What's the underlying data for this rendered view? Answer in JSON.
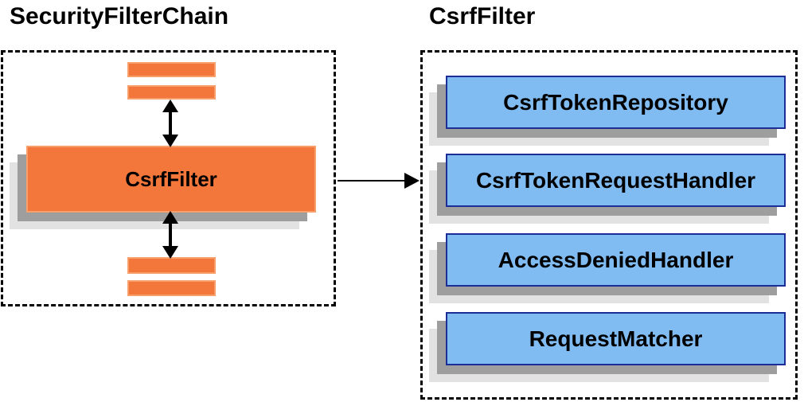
{
  "left": {
    "title": "SecurityFilterChain",
    "filter_box_label": "CsrfFilter"
  },
  "right": {
    "title": "CsrfFilter",
    "components": [
      {
        "label": "CsrfTokenRepository"
      },
      {
        "label": "CsrfTokenRequestHandler"
      },
      {
        "label": "AccessDeniedHandler"
      },
      {
        "label": "RequestMatcher"
      }
    ]
  },
  "colors": {
    "orange_fill": "#F3763B",
    "orange_border": "#F8A06C",
    "blue_fill": "#80BBF2",
    "blue_border": "#1C2D96",
    "shadow_dark": "#9E9E9E",
    "shadow_light": "#E2E2E2",
    "ink": "#000000"
  }
}
